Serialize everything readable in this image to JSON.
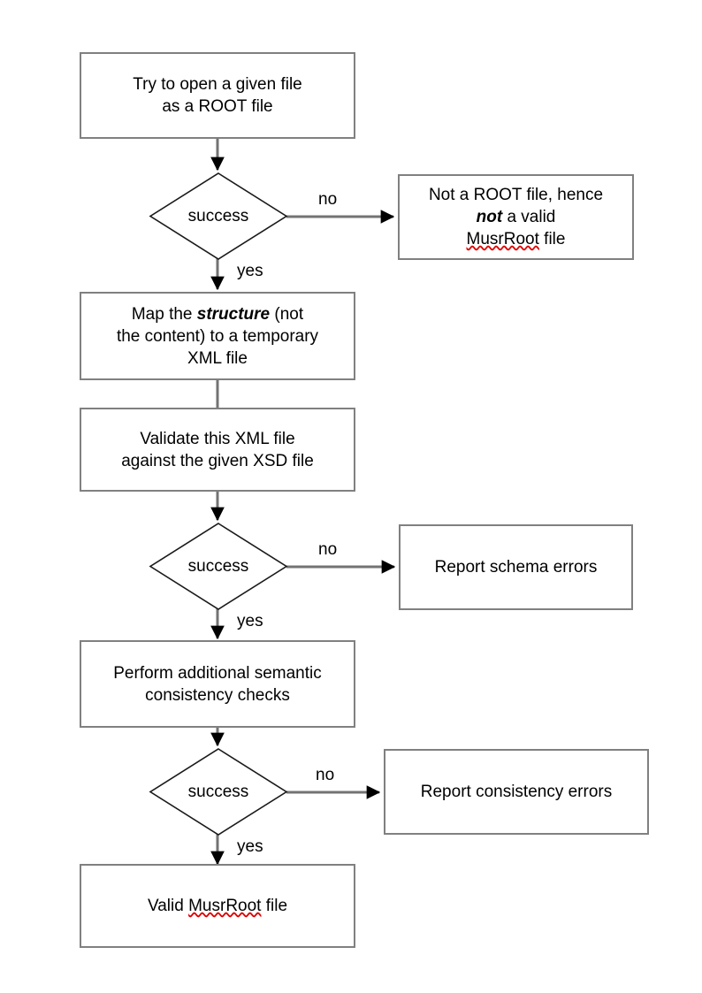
{
  "diagram": {
    "title": "MusrRoot file validation flowchart",
    "colors": {
      "box_border": "#808080",
      "diamond_border": "#1a1a1a",
      "connector": "#737373",
      "arrowhead": "#000000",
      "text": "#000000",
      "spellcheck_underline": "#e00000",
      "background": "#ffffff"
    },
    "nodes": [
      {
        "id": "open-file",
        "type": "process",
        "lines": [
          "Try to open a given file",
          "as a ROOT file"
        ]
      },
      {
        "id": "success-root",
        "type": "decision",
        "label": "success"
      },
      {
        "id": "not-root",
        "type": "process",
        "lines": [
          "Not a ROOT file, hence",
          "not a valid",
          "MusrRoot file"
        ],
        "emphasis": "not",
        "misspelled": "MusrRoot"
      },
      {
        "id": "map-structure",
        "type": "process",
        "lines": [
          "Map the structure (not",
          "the content) to a temporary",
          "XML file"
        ],
        "emphasis": "structure"
      },
      {
        "id": "validate-xml",
        "type": "process",
        "lines": [
          "Validate this XML file",
          "against the given XSD file"
        ]
      },
      {
        "id": "success-schema",
        "type": "decision",
        "label": "success"
      },
      {
        "id": "report-schema-errors",
        "type": "process",
        "lines": [
          "Report schema errors"
        ]
      },
      {
        "id": "semantic-checks",
        "type": "process",
        "lines": [
          "Perform additional semantic",
          "consistency checks"
        ]
      },
      {
        "id": "success-semantic",
        "type": "decision",
        "label": "success"
      },
      {
        "id": "report-consistency-errors",
        "type": "process",
        "lines": [
          "Report consistency errors"
        ]
      },
      {
        "id": "valid-musrroot",
        "type": "process",
        "lines": [
          "Valid MusrRoot file"
        ],
        "misspelled": "MusrRoot"
      }
    ],
    "edge_labels": {
      "no_1": "no",
      "yes_1": "yes",
      "no_2": "no",
      "yes_2": "yes",
      "no_3": "no",
      "yes_3": "yes"
    },
    "text": {
      "open_file_l1": "Try to open a given file",
      "open_file_l2": "as a ROOT file",
      "success_1": "success",
      "not_root_l1": "Not a ROOT file, hence",
      "not_root_l2_em": "not",
      "not_root_l2_rest": " a valid",
      "not_root_l3_mis": "MusrRoot",
      "not_root_l3_rest": " file",
      "map_l1_a": "Map the ",
      "map_l1_em": "structure",
      "map_l1_b": " (not",
      "map_l2": "the content) to a temporary",
      "map_l3": "XML file",
      "validate_l1": "Validate this XML file",
      "validate_l2": "against the given XSD file",
      "success_2": "success",
      "schema_err": "Report schema errors",
      "semantic_l1": "Perform additional semantic",
      "semantic_l2": "consistency checks",
      "success_3": "success",
      "consistency_err": "Report consistency errors",
      "valid_l1_a": "Valid ",
      "valid_l1_mis": "MusrRoot",
      "valid_l1_b": " file"
    }
  }
}
